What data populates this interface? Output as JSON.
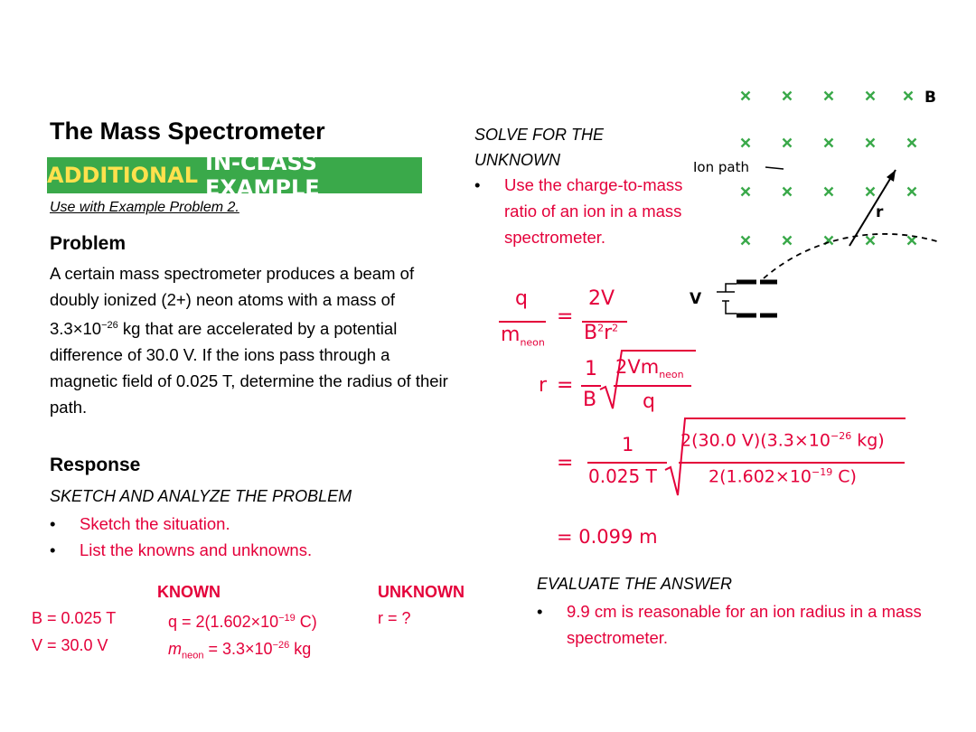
{
  "title": "The Mass Spectrometer",
  "banner": {
    "part1": "ADDITIONAL",
    "part2": "IN-CLASS EXAMPLE"
  },
  "use_with": "Use with Example Problem 2.",
  "problem": {
    "heading": "Problem",
    "text_a": "A certain mass spectrometer produces a beam of doubly ionized (2+) neon atoms with a mass of 3.3×10",
    "exp_a": "−26",
    "text_b": " kg that are accelerated by a potential difference of 30.0 V. If the ions pass through a magnetic field of 0.025 T, determine the radius of their path."
  },
  "response": {
    "heading": "Response",
    "sketch_heading": "SKETCH AND ANALYZE THE PROBLEM",
    "sketch_items": [
      "Sketch the situation.",
      "List the knowns and unknowns."
    ]
  },
  "known": {
    "heading": "KNOWN",
    "b": "B = 0.025 T",
    "v": "V = 30.0 V",
    "q_pre": "q = 2(1.602×10",
    "q_exp": "−19",
    "q_post": "C)",
    "m_pre": "m",
    "m_sub": "neon",
    "m_mid": " = 3.3×10",
    "m_exp": "−26",
    "m_post": "kg"
  },
  "unknown": {
    "heading": "UNKNOWN",
    "r": "r = ?"
  },
  "solve": {
    "heading": "SOLVE FOR THE UNKNOWN",
    "items": [
      "Use the charge-to-mass ratio of an ion in a mass spectrometer."
    ]
  },
  "equations": {
    "q": "q",
    "m": "m",
    "neon": "neon",
    "twoV": "2V",
    "B2r2_B": "B",
    "B2r2_r": "r",
    "two": "2",
    "r": "r",
    "eq": "=",
    "one": "1",
    "B": "B",
    "twoVm": "2Vm",
    "qden": "q",
    "num_a": "2(30.0 V)(3.3×10",
    "num_exp": "−26",
    "num_b": " kg)",
    "den_a": "0.025 T",
    "den_b": "2(1.602×10",
    "den_exp": "−19",
    "den_c": " C)",
    "result": "= 0.099 m"
  },
  "evaluate": {
    "heading": "EVALUATE THE ANSWER",
    "items": [
      "9.9 cm is reasonable for an ion radius in a mass spectrometer."
    ]
  },
  "diagram": {
    "field_label": "B",
    "path_label": "Ion path",
    "radius_label": "r",
    "voltage_label": "V"
  },
  "colors": {
    "accent": "#e4003a",
    "banner": "#3aa94a",
    "banner_text1": "#ffe14d",
    "field_marks": "#3aa94a"
  }
}
